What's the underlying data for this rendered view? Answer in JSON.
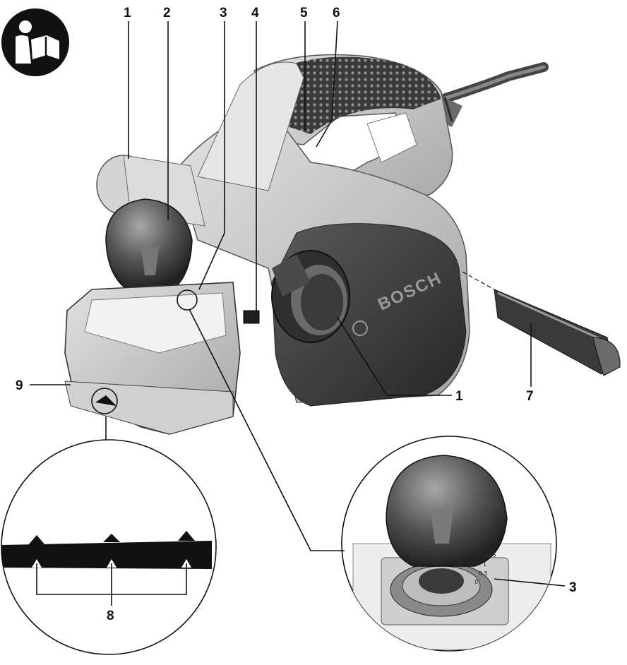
{
  "brand": "BOSCH",
  "depth_scale": [
    "0",
    "0.5",
    "1",
    "1.5"
  ],
  "callouts": {
    "c1_top": "1",
    "c2": "2",
    "c3_top": "3",
    "c4": "4",
    "c5": "5",
    "c6": "6",
    "c1_bottom": "1",
    "c7": "7",
    "c9": "9",
    "c8": "8",
    "c3_detail": "3"
  },
  "colors": {
    "body_light": "#c9c9c9",
    "body_mid": "#9a9a9a",
    "body_dark": "#3a3a3a",
    "rubber": "#2b2b2b",
    "line": "#111111"
  }
}
